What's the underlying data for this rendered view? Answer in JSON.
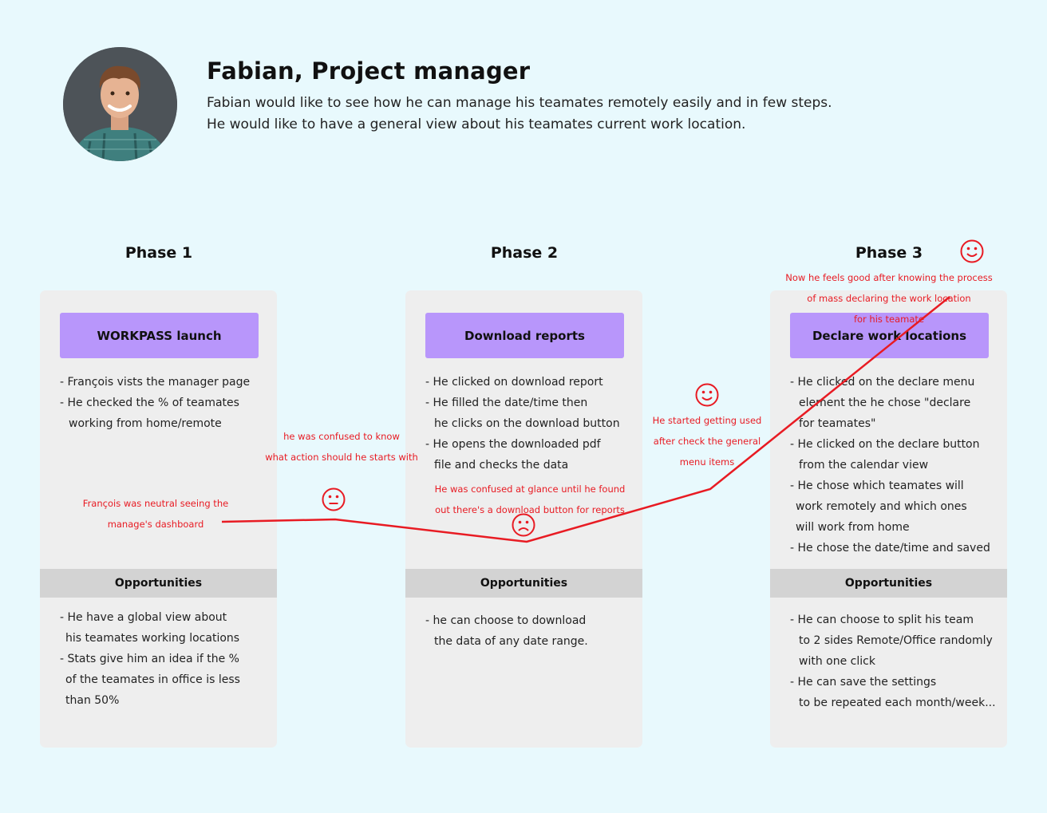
{
  "persona": {
    "title": "Fabian, Project manager",
    "description": [
      "Fabian would like to see how he can manage his teamates remotely easily and in few steps.",
      "He would like to have a general view about his teamates current work location."
    ]
  },
  "phases": [
    {
      "title": "Phase 1",
      "step": "WORKPASS launch",
      "actions": [
        "- François vists the manager page",
        "- He checked the % of teamates",
        "  working from home/remote"
      ],
      "opportunities_label": "Opportunities",
      "opportunities": [
        "- He have a global view about",
        "  his teamates working locations",
        "- Stats give him an idea if the %",
        "  of the teamates in office is less",
        "  than 50%"
      ]
    },
    {
      "title": "Phase 2",
      "step": "Download reports",
      "actions": [
        "- He clicked on download report",
        "- He filled the date/time then",
        "  he clicks on the download button",
        "- He opens the downloaded pdf",
        "  file and checks the data"
      ],
      "opportunities_label": "Opportunities",
      "opportunities": [
        "- he can choose to download",
        "  the data of any date range."
      ]
    },
    {
      "title": "Phase 3",
      "step": "Declare work locations",
      "actions": [
        "- He clicked on the declare menu",
        "  element the he chose \"declare",
        "  for teamates\"",
        "- He clicked on the declare button",
        "  from the calendar view",
        "- He chose which teamates will",
        "  work remotely and which ones",
        "  will work from home",
        "- He chose the date/time and saved"
      ],
      "opportunities_label": "Opportunities",
      "opportunities": [
        "- He can choose to split his team",
        "  to 2 sides Remote/Office randomly",
        "  with one click",
        "- He can save the settings",
        "  to be repeated each month/week..."
      ]
    }
  ],
  "emotions": [
    {
      "mood": "neutral",
      "icon": "neutral-face-icon",
      "lines": [
        "François was neutral seeing the",
        "manage's dashboard"
      ]
    },
    {
      "mood": "neutral",
      "icon": "neutral-face-icon",
      "lines": [
        "he was confused to know",
        "what action should he starts with"
      ]
    },
    {
      "mood": "sad",
      "icon": "sad-face-icon",
      "lines": [
        "He was confused at glance until he found",
        "out there's a download button for reports"
      ]
    },
    {
      "mood": "happy",
      "icon": "happy-face-icon",
      "lines": [
        "He started getting used",
        "after check the general",
        "menu items"
      ]
    },
    {
      "mood": "happy",
      "icon": "happy-face-icon",
      "lines": [
        "Now he feels good after knowing the process",
        "of mass declaring the work location",
        "for his teamate"
      ]
    }
  ],
  "colors": {
    "background": "#e8f9fd",
    "card": "#eeeeee",
    "step": "#b896fb",
    "opportunities_bar": "#d3d3d3",
    "emotion_line": "#e81b23"
  }
}
